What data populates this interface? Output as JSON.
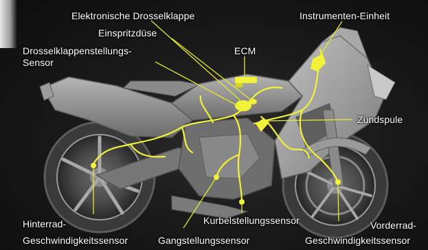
{
  "labels": {
    "elektronische_drosselklappe": "Elektronische Drosselklappe",
    "einspritzduese": "Einspritzdüse",
    "instrumenten_einheit": "Instrumenten-Einheit",
    "drosselklappenstellungs_line1": "Drosselklappenstellungs-",
    "drosselklappenstellungs_line2": "Sensor",
    "ecm": "ECM",
    "zuendspule": "Zündspule",
    "hinterrad_line1": "Hinterrad-",
    "hinterrad_line2": "Geschwindigkeitssensor",
    "gangstellungssensor": "Gangstellungssensor",
    "kurbelstellungssensor": "Kurbelstellungssensor",
    "vorderrad_line1": "Vorderrad-",
    "vorderrad_line2": "Geschwindigkeitssensor"
  },
  "colors": {
    "background": "#141414",
    "highlight": "#f2f23a",
    "label_text": "#ffffff",
    "leader_line": "#e8e830",
    "motorcycle_body": "#8e8e8e"
  }
}
